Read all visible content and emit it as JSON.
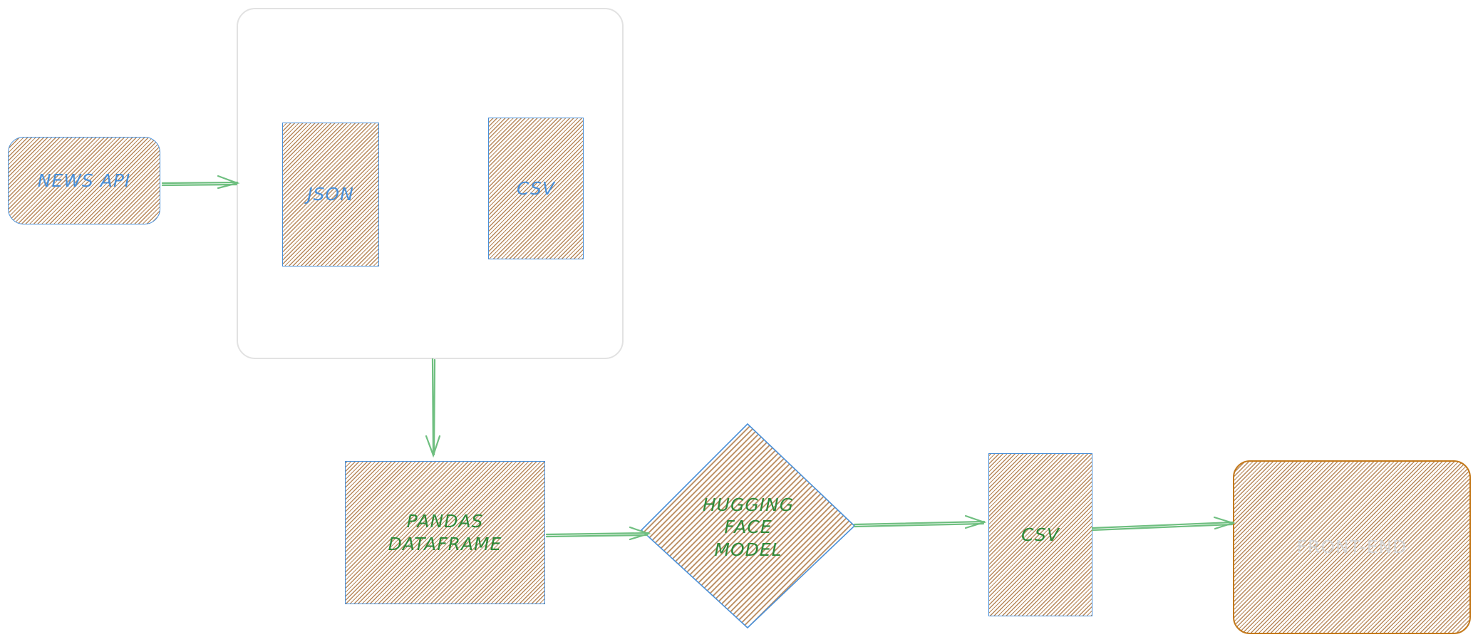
{
  "nodes": {
    "news_api": "NEWS API",
    "json": "JSON",
    "csv_storage": "CSV",
    "pandas": "PANDAS DATAFRAME",
    "model": "HUGGING FACE MODEL",
    "csv_output": "CSV",
    "front_end": "FRONT-END"
  },
  "colors": {
    "hatch": "#b8895c",
    "blue": "#4a90d9",
    "green": "#2f8a3a",
    "arrow": "#6fbf80",
    "orange": "#c47a1c"
  }
}
